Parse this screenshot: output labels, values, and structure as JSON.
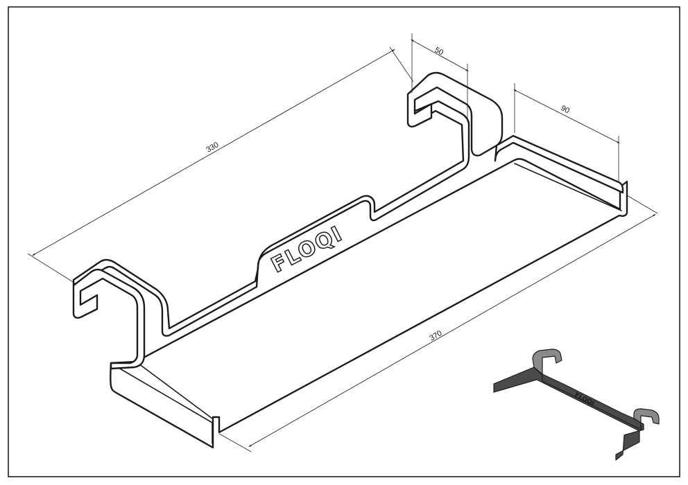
{
  "dimensions": {
    "length_top": "330",
    "length_bottom": "370",
    "flange_width": "50",
    "end_depth": "90"
  },
  "logo": {
    "text": "FLOQI"
  },
  "colors": {
    "line": "#1a1a1a",
    "thumbnail_fill": "#4a4a4a",
    "thumbnail_highlight": "#8a8a8a"
  }
}
